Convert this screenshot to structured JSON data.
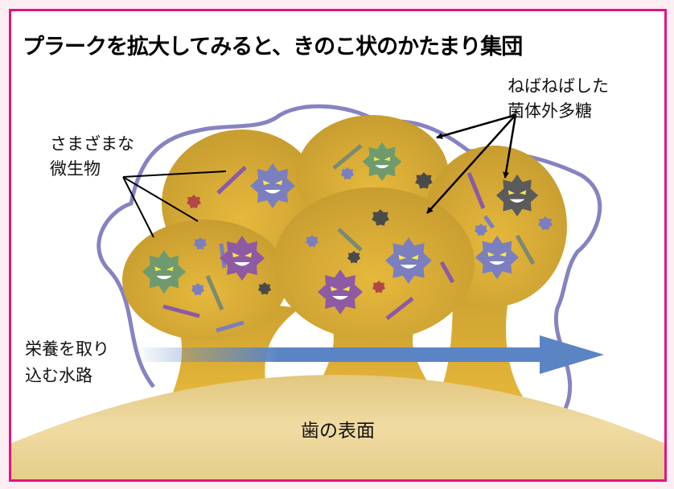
{
  "title": "プラークを拡大してみると、きのこ状のかたまり集団",
  "labels": {
    "microbes": [
      "さまざまな",
      "微生物"
    ],
    "eps": [
      "ねばねばした",
      "菌体外多糖"
    ],
    "channel": [
      "栄養を取り",
      "込む水路"
    ],
    "tooth_surface": "歯の表面"
  },
  "colors": {
    "frame": "#e4147f",
    "cap": "#d9ab35",
    "outline": "#8683c2",
    "arrow": "#5b84c4",
    "tooth": "#ecd595"
  }
}
